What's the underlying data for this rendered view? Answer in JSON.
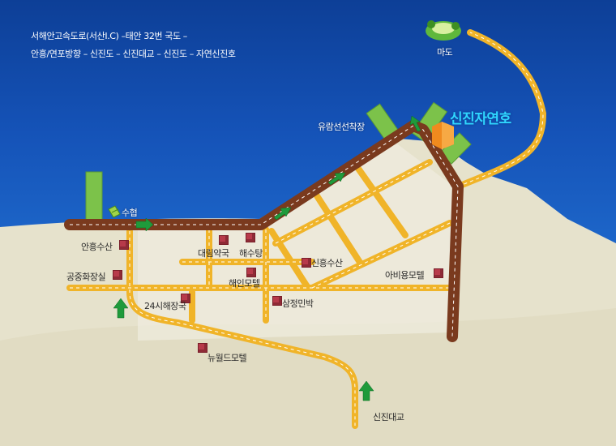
{
  "route_info": {
    "line1": "서해안고속도로(서산I.C) –태안 32번 국도 –",
    "line2": "안흥/연포방향 – 신진도 – 신진대교 – 신진도 – 자연신진호"
  },
  "title": "신진자연호",
  "labels": {
    "mado": "마도",
    "pier": "유람선선착장",
    "suhyeop": "수협",
    "anheung_susan": "안흥수산",
    "gongjung_hwajangsil": "공중화장실",
    "daerim_yakguk": "대림약국",
    "haesutang": "해수탕",
    "haein_motel": "해인모텔",
    "sinheung_susan": "신흥수산",
    "abiyong_motel": "아비용모텔",
    "haejangguk_24": "24시해장국",
    "samjeong_minbak": "삼정민박",
    "new_world_motel": "뉴월드모텔",
    "sinjin_daegyo": "신진대교"
  },
  "colors": {
    "sea": "#1d66c9",
    "land": "#e6e2cc",
    "main_road": "#7a3a1e",
    "side_road": "#f0b429",
    "pier": "#7cc24a",
    "arrow": "#1f9a3b",
    "title": "#2fd6ff"
  }
}
